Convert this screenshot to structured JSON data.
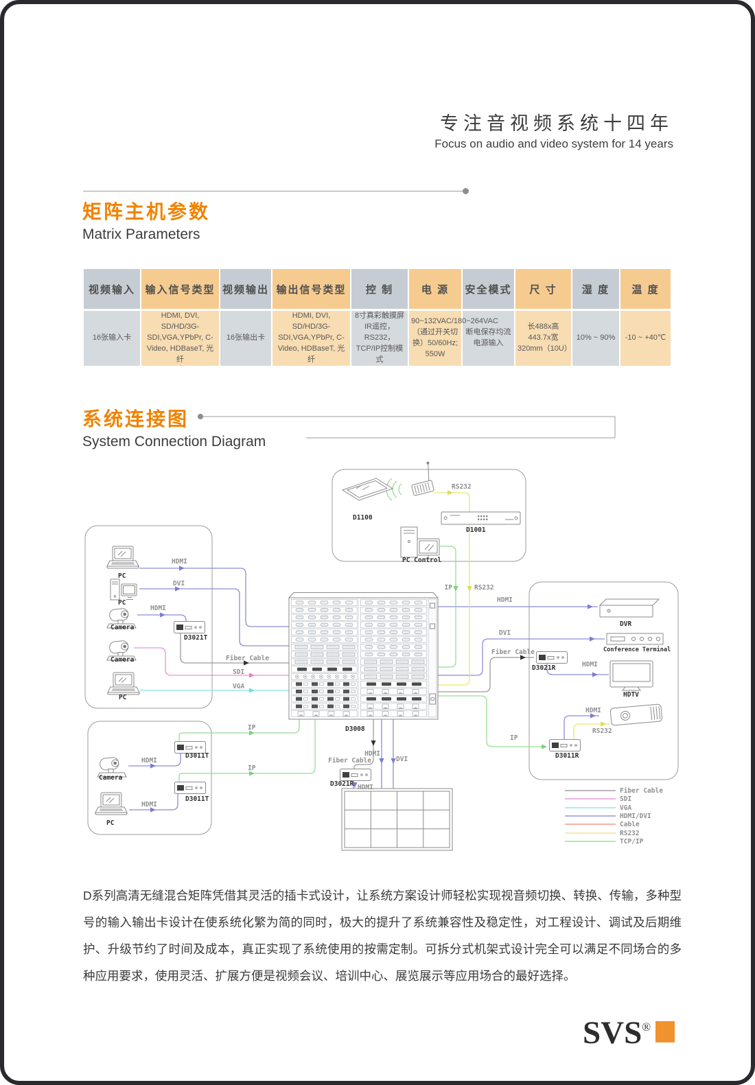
{
  "header": {
    "title_zh": "专注音视频系统十四年",
    "title_en": "Focus on audio and video system for 14 years"
  },
  "sections": {
    "matrix_params": {
      "title_zh": "矩阵主机参数",
      "title_en": "Matrix Parameters"
    },
    "connection": {
      "title_zh": "系统连接图",
      "title_en": "System Connection Diagram"
    }
  },
  "accent_color": "#f08300",
  "table": {
    "columns": [
      {
        "header": "视频输入",
        "value": "16张输入卡"
      },
      {
        "header": "输入信号类型",
        "value": "HDMI, DVI, SD/HD/3G-SDI,VGA,YPbPr, C-Video, HDBaseT, 光纤"
      },
      {
        "header": "视频输出",
        "value": "16张输出卡"
      },
      {
        "header": "输出信号类型",
        "value": "HDMI, DVI, SD/HD/3G-SDI,VGA,YPbPr, C-Video, HDBaseT, 光纤"
      },
      {
        "header": "控 制",
        "value": "8寸真彩触摸屏IR遥控，RS232，TCP/IP控制模式"
      },
      {
        "header": "电 源",
        "value": "90~132VAC/180~264VAC（通过开关切换）50/60Hz; 550W"
      },
      {
        "header": "安全模式",
        "value": "断电保存均流电源输入"
      },
      {
        "header": "尺 寸",
        "value": "长488x高443.7x宽320mm（10U）"
      },
      {
        "header": "湿 度",
        "value": "10% ~ 90%"
      },
      {
        "header": "温 度",
        "value": "-10 ~ +40℃"
      }
    ]
  },
  "diagram": {
    "labels": {
      "d1100": "D1100",
      "d1001": "D1001",
      "pc_control": "PC Control",
      "pc": "PC",
      "camera": "Camera",
      "d3021t": "D3021T",
      "d3008": "D3008",
      "dvr": "DVR",
      "conference_terminal": "Conference Terminal",
      "d3021r": "D3021R",
      "hdtv": "HDTV",
      "d3011r": "D3011R",
      "d3011t": "D3011T"
    },
    "cables": {
      "hdmi": "HDMI",
      "dvi": "DVI",
      "vga": "VGA",
      "sdi": "SDI",
      "ip": "IP",
      "rs232": "RS232",
      "fiber": "Fiber Cable"
    },
    "legend": [
      {
        "label": "Fiber Cable",
        "color": "#a0a0a0"
      },
      {
        "label": "SDI",
        "color": "#e39be0"
      },
      {
        "label": "VGA",
        "color": "#8fe8e8"
      },
      {
        "label": "HDMI/DVI",
        "color": "#9595dc"
      },
      {
        "label": "Cable",
        "color": "#f09a8a"
      },
      {
        "label": "RS232",
        "color": "#ebe88e"
      },
      {
        "label": "TCP/IP",
        "color": "#97e197"
      }
    ]
  },
  "description": "D系列高清无缝混合矩阵凭借其灵活的插卡式设计，让系统方案设计师轻松实现视音频切换、转换、传输，多种型号的输入输出卡设计在使系统化繁为简的同时，极大的提升了系统兼容性及稳定性，对工程设计、调试及后期维护、升级节约了时间及成本，真正实现了系统使用的按需定制。可拆分式机架式设计完全可以满足不同场合的多种应用要求，使用灵活、扩展方便是视频会议、培训中心、展览展示等应用场合的最好选择。",
  "footer": {
    "logo": "SVS",
    "reg": "®",
    "logo_color": "#f0922d"
  }
}
